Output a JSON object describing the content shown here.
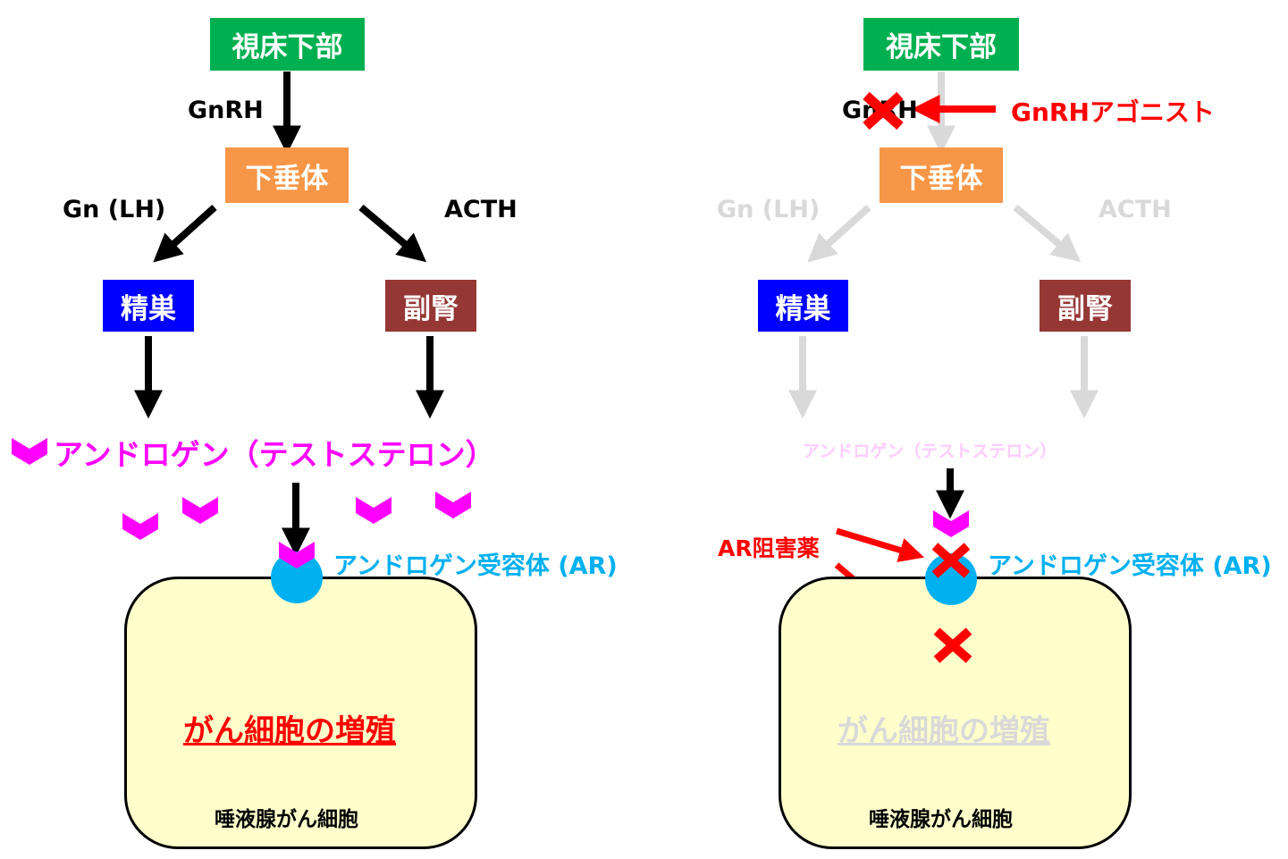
{
  "left": {
    "hypothalamus": "視床下部",
    "gnrh": "GnRH",
    "pituitary": "下垂体",
    "gn_lh": "Gn (LH)",
    "acth": "ACTH",
    "testis": "精巣",
    "adrenal": "副腎",
    "androgen": "アンドロゲン（テストステロン）",
    "receptor": "アンドロゲン受容体 (AR)",
    "proliferation": "がん細胞の増殖",
    "cell": "唾液腺がん細胞"
  },
  "right": {
    "hypothalamus": "視床下部",
    "gnrh": "GnRH",
    "agonist": "GnRHアゴニスト",
    "pituitary": "下垂体",
    "gn_lh": "Gn (LH)",
    "acth": "ACTH",
    "testis": "精巣",
    "adrenal": "副腎",
    "androgen": "アンドロゲン（テストステロン）",
    "ar_inhibitor": "AR阻害薬",
    "receptor": "アンドロゲン受容体 (AR)",
    "proliferation": "がん細胞の増殖",
    "cell": "唾液腺がん細胞"
  },
  "colors": {
    "hypothalamus": "#00b050",
    "pituitary": "#f79646",
    "testis": "#0000ff",
    "adrenal": "#953734",
    "androgen": "#ff00ff",
    "androgen_faded": "#ffccff",
    "receptor": "#00b0f0",
    "red": "#ff0000",
    "faded_gray": "#d9d9d9",
    "cell_fill": "#ffffcc"
  }
}
